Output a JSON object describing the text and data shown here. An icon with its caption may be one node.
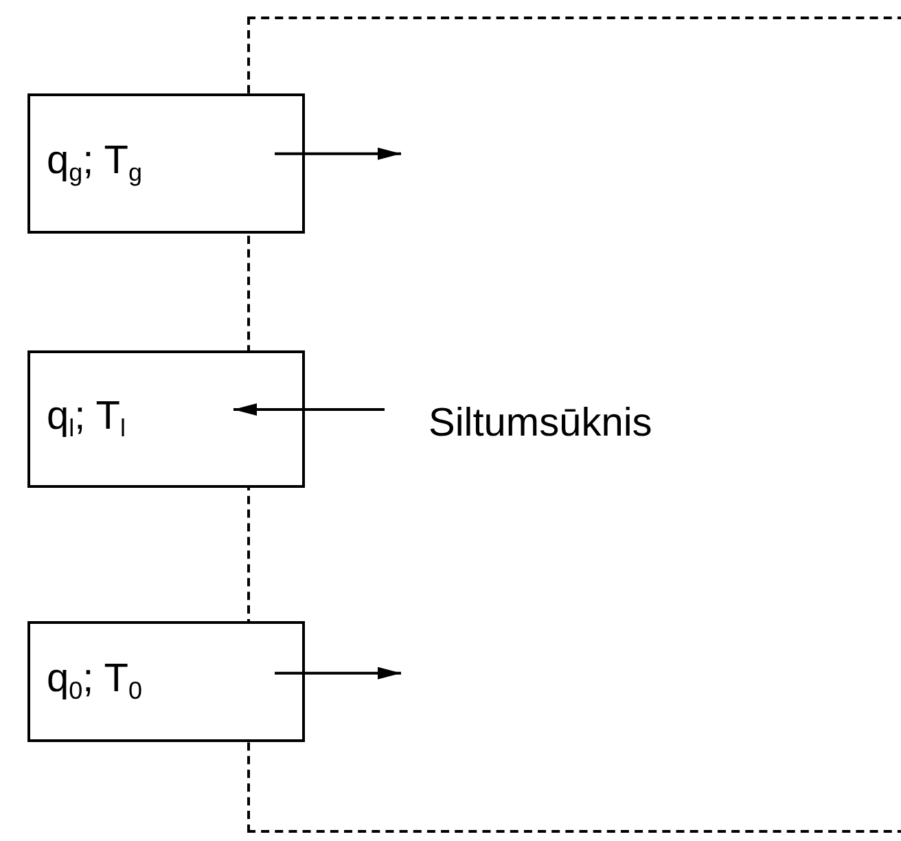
{
  "diagram": {
    "nodes": [
      {
        "text": [
          "q$_{g}$; T$_{g}$"
        ]
      },
      {
        "text": [
          "q$_{l}$; T$_{l}$"
        ]
      },
      {
        "text": [
          "q$_{0}$; T$_{0}$"
        ]
      },
      {
        "text": [
          "Siltumsūknis"
        ]
      }
    ],
    "edges": [
      {
        "from": 0,
        "to": 3,
        "arrow": "to"
      },
      {
        "from": 3,
        "to": 1,
        "arrow": "to"
      },
      {
        "from": 2,
        "to": 3,
        "arrow": "to"
      }
    ]
  }
}
